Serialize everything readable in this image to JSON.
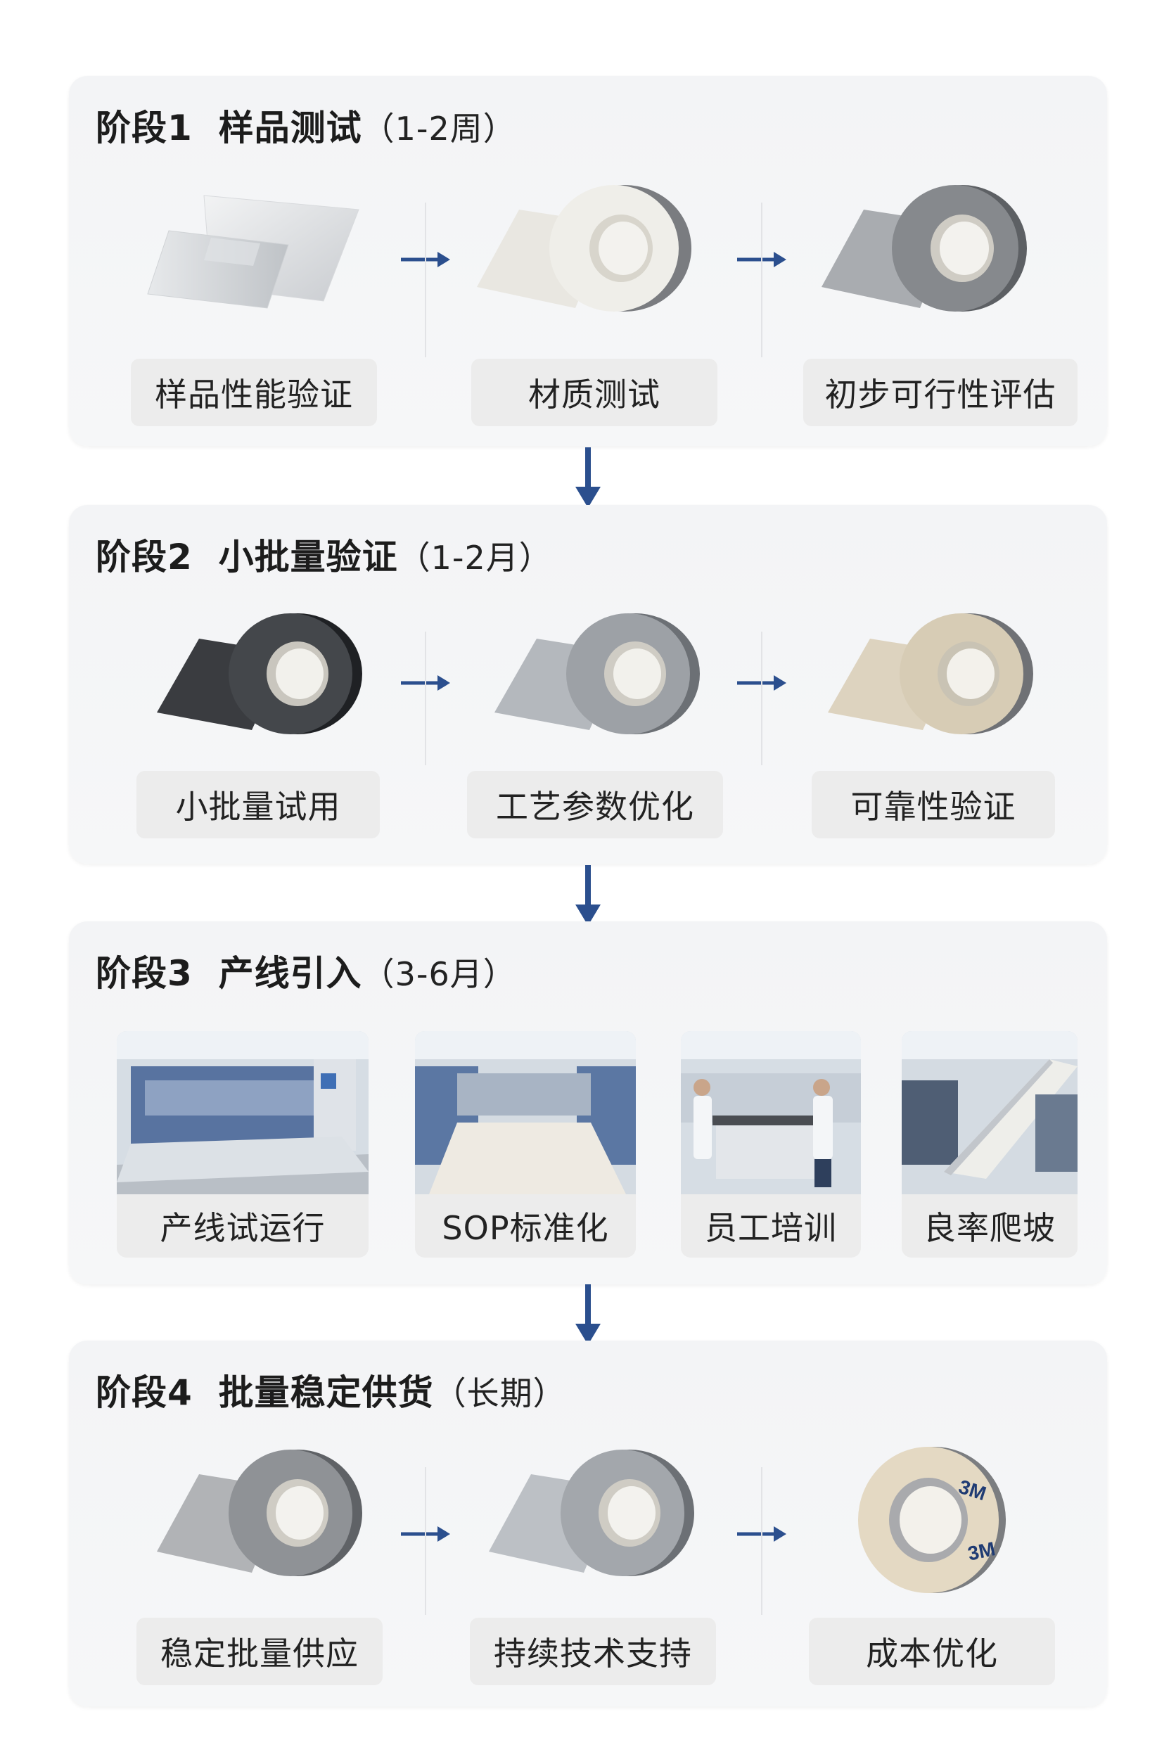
{
  "stages": [
    {
      "number": "阶段1",
      "name": "样品测试",
      "duration": "（1-2周）",
      "steps": [
        {
          "label": "样品性能验证",
          "illustration": "sample-sheets-icon"
        },
        {
          "label": "材质测试",
          "illustration": "white-tape-roll-icon"
        },
        {
          "label": "初步可行性评估",
          "illustration": "gray-tape-roll-icon"
        }
      ]
    },
    {
      "number": "阶段2",
      "name": "小批量验证",
      "duration": "（1-2月）",
      "steps": [
        {
          "label": "小批量试用",
          "illustration": "black-tape-roll-icon"
        },
        {
          "label": "工艺参数优化",
          "illustration": "silver-tape-roll-icon"
        },
        {
          "label": "可靠性验证",
          "illustration": "beige-tape-roll-icon"
        }
      ]
    },
    {
      "number": "阶段3",
      "name": "产线引入",
      "duration": "（3-6月）",
      "steps": [
        {
          "label": "产线试运行",
          "illustration": "production-line-photo"
        },
        {
          "label": "SOP标准化",
          "illustration": "conveyor-machine-photo"
        },
        {
          "label": "员工培训",
          "illustration": "workers-training-photo"
        },
        {
          "label": "良率爬坡",
          "illustration": "inclined-conveyor-photo"
        }
      ]
    },
    {
      "number": "阶段4",
      "name": "批量稳定供货",
      "duration": "（长期）",
      "steps": [
        {
          "label": "稳定批量供应",
          "illustration": "gray-tape-roll-icon"
        },
        {
          "label": "持续技术支持",
          "illustration": "silver-tape-roll-icon"
        },
        {
          "label": "成本优化",
          "illustration": "tape-roll-3m-icon"
        }
      ]
    }
  ],
  "brand_mark": "3M",
  "colors": {
    "arrow": "#2b4f8e",
    "panel": "#f4f5f7",
    "label_bg": "#ececec"
  }
}
